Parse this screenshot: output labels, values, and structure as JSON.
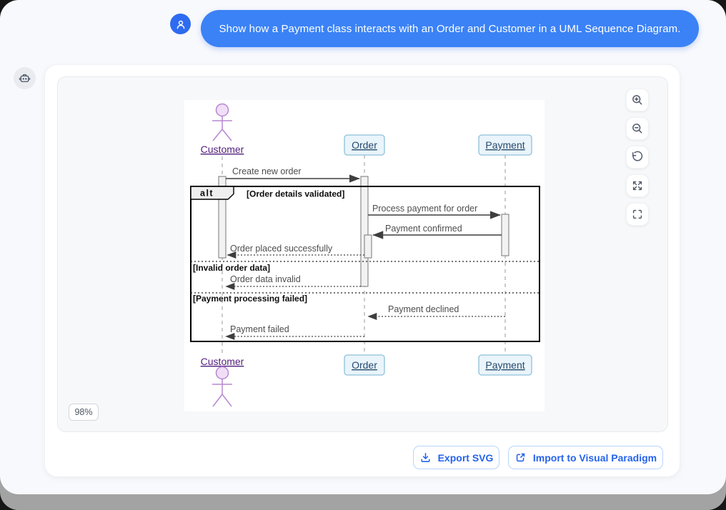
{
  "chat": {
    "user_message": "Show how a Payment class interacts with an Order and Customer in a UML Sequence Diagram."
  },
  "viewer": {
    "zoom_level": "98%",
    "toolbar": [
      {
        "name": "zoom-in",
        "icon": "zoom-in-icon"
      },
      {
        "name": "zoom-out",
        "icon": "zoom-out-icon"
      },
      {
        "name": "reset-view",
        "icon": "rotate-ccw-icon"
      },
      {
        "name": "expand",
        "icon": "expand-arrows-icon"
      },
      {
        "name": "fullscreen",
        "icon": "fullscreen-brackets-icon"
      }
    ]
  },
  "actions": {
    "export_svg": "Export SVG",
    "import_vp": "Import to Visual Paradigm"
  },
  "colors": {
    "bubble_blue": "#3b82f6",
    "accent_blue": "#2563eb",
    "actor_purple": "#54207e",
    "actor_stroke": "#b887d2",
    "object_text": "#274b6e",
    "object_fill": "#e9f4fb",
    "object_border": "#8fc0da"
  },
  "diagram": {
    "type": "uml-sequence",
    "participants": [
      {
        "name": "Customer",
        "kind": "actor"
      },
      {
        "name": "Order",
        "kind": "object"
      },
      {
        "name": "Payment",
        "kind": "object"
      }
    ],
    "fragment": {
      "operator": "alt",
      "guards": [
        "[Order details validated]",
        "[Invalid order data]",
        "[Payment processing failed]"
      ]
    },
    "messages": [
      {
        "from": "Customer",
        "to": "Order",
        "label": "Create new order",
        "line": "solid"
      },
      {
        "from": "Order",
        "to": "Payment",
        "label": "Process payment for order",
        "line": "solid"
      },
      {
        "from": "Payment",
        "to": "Order",
        "label": "Payment confirmed",
        "line": "solid"
      },
      {
        "from": "Order",
        "to": "Customer",
        "label": "Order placed successfully",
        "line": "dotted"
      },
      {
        "from": "Order",
        "to": "Customer",
        "label": "Order data invalid",
        "line": "dotted"
      },
      {
        "from": "Payment",
        "to": "Order",
        "label": "Payment declined",
        "line": "dotted"
      },
      {
        "from": "Order",
        "to": "Customer",
        "label": "Payment failed",
        "line": "dotted"
      }
    ]
  }
}
